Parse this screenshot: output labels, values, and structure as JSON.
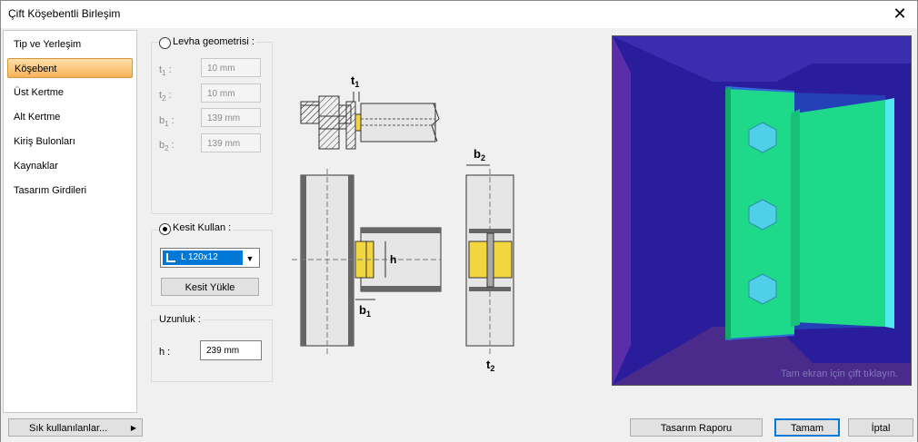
{
  "window": {
    "title": "Çift Köşebentli Birleşim",
    "close_icon": "close-icon"
  },
  "nav": {
    "items": [
      {
        "label": "Tip ve Yerleşim",
        "active": false
      },
      {
        "label": "Köşebent",
        "active": true
      },
      {
        "label": "Üst Kertme",
        "active": false
      },
      {
        "label": "Alt Kertme",
        "active": false
      },
      {
        "label": "Kiriş Bulonları",
        "active": false
      },
      {
        "label": "Kaynaklar",
        "active": false
      },
      {
        "label": "Tasarım Girdileri",
        "active": false
      }
    ]
  },
  "plate": {
    "label": "Levha geometrisi :",
    "selected": false,
    "fields": [
      {
        "sym": "t",
        "sub": "1",
        "value": "10 mm"
      },
      {
        "sym": "t",
        "sub": "2",
        "value": "10 mm"
      },
      {
        "sym": "b",
        "sub": "1",
        "value": "139 mm"
      },
      {
        "sym": "b",
        "sub": "2",
        "value": "139 mm"
      }
    ]
  },
  "section": {
    "label": "Kesit Kullan :",
    "selected": true,
    "value": "L 120x12",
    "load_button": "Kesit Yükle"
  },
  "length": {
    "label": "Uzunluk :",
    "h_label": "h :",
    "value": "239 mm"
  },
  "diagram": {
    "labels": {
      "t1_sym": "t",
      "t1_sub": "1",
      "t2_sym": "t",
      "t2_sub": "2",
      "b1_sym": "b",
      "b1_sub": "1",
      "b2_sym": "b",
      "b2_sub": "2",
      "h": "h"
    },
    "colors": {
      "plate": "#f2d640",
      "steel": "#e6e6e6",
      "stroke": "#333333"
    }
  },
  "preview": {
    "hint": "Tam ekran için çift tıklayın.",
    "colors": {
      "bg": "#2a1d9c",
      "beam": "#3a2db0",
      "angle": "#1fd98a",
      "bolt": "#4fcfe8"
    }
  },
  "footer": {
    "favorites": "Sık kullanılanlar...",
    "report": "Tasarım Raporu",
    "ok": "Tamam",
    "cancel": "İptal"
  }
}
